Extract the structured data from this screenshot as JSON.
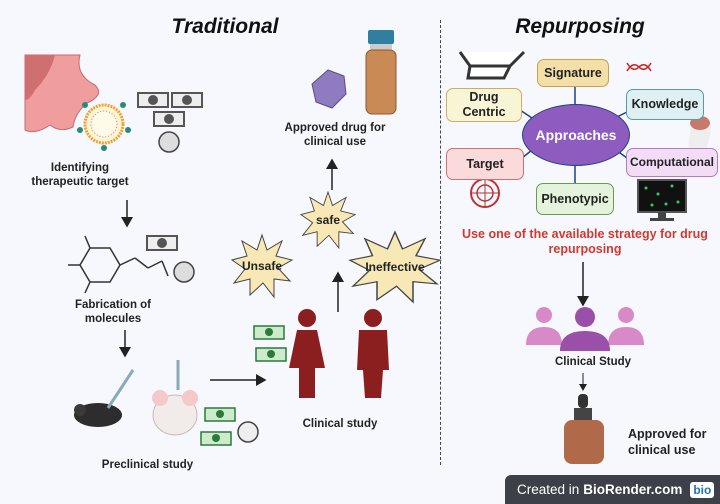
{
  "traditional": {
    "title": "Traditional",
    "step1": "Identifying therapeutic target",
    "step2": "Fabrication of molecules",
    "step3": "Preclinical study",
    "step4": "Clinical study",
    "outcomes": {
      "unsafe": "Unsafe",
      "safe": "safe",
      "ineffective": "Ineffective"
    },
    "final": "Approved drug for clinical use"
  },
  "repurposing": {
    "title": "Repurposing",
    "center": "Approaches",
    "approaches": [
      "Signature",
      "Drug Centric",
      "Knowledge",
      "Target",
      "Computational",
      "Phenotypic"
    ],
    "instruction": "Use one of the available strategy for drug repurposing",
    "step": "Clinical Study",
    "final": "Approved for clinical use"
  },
  "colors": {
    "ellipse": "#8e5bbf",
    "person": "#8b1f1f",
    "instruction": "#d2392f"
  },
  "watermark": {
    "prefix": "Created in",
    "brand": "BioRender.com",
    "logo": "bio"
  }
}
